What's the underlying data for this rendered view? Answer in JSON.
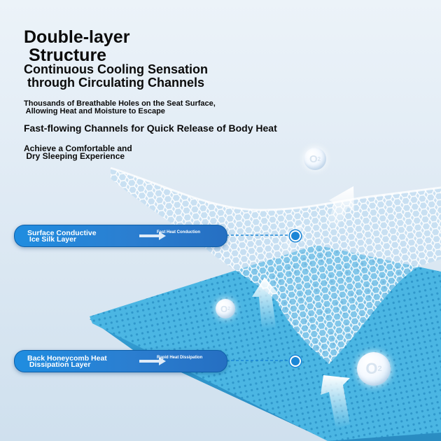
{
  "heading": {
    "title": "Double-layer\n Structure",
    "subtitle": "Continuous Cooling Sensation\n through Circulating Channels"
  },
  "features": {
    "holes": "Thousands of Breathable Holes on the Seat Surface,\n Allowing Heat and Moisture to Escape",
    "channels": "Fast-flowing Channels for Quick Release of Body Heat",
    "comfort": "Achieve a Comfortable and\n Dry Sleeping Experience"
  },
  "layers": [
    {
      "label": "Surface Conductive\n Ice Silk Layer",
      "note": "Fast Heat Conduction"
    },
    {
      "label": "Back Honeycomb Heat\n Dissipation Layer",
      "note": "Rapid Heat Dissipation"
    }
  ],
  "oxygen": {
    "symbol": "O",
    "subscript": "2"
  },
  "colors": {
    "accent": "#1f8de0",
    "mat": "#4db8e4",
    "mesh": "#9ccbe8"
  },
  "icons": [
    "arrow-right-icon",
    "connector-dot-icon",
    "oxygen-bubble-icon",
    "airflow-arrow-icon"
  ]
}
